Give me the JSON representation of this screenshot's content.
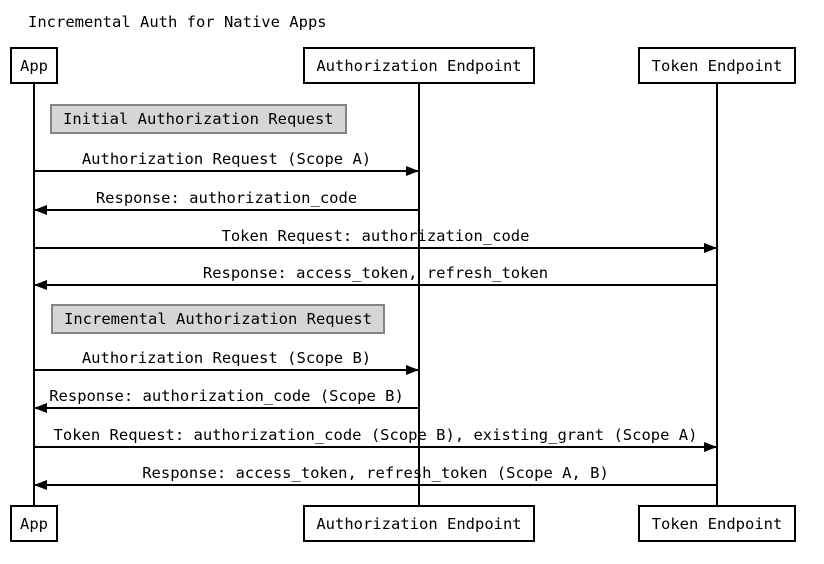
{
  "title": "Incremental Auth for Native Apps",
  "colors": {
    "line": "#000000",
    "note_fill": "#d6d6d6",
    "note_border": "#848484",
    "actor_fill": "#ffffff",
    "background": "#ffffff",
    "text": "#000000"
  },
  "actors": [
    {
      "id": "app",
      "label": "App"
    },
    {
      "id": "authorization-endpoint",
      "label": "Authorization Endpoint"
    },
    {
      "id": "token-endpoint",
      "label": "Token Endpoint"
    }
  ],
  "notes": [
    {
      "label": "Initial Authorization Request"
    },
    {
      "label": "Incremental Authorization Request"
    }
  ],
  "messages": [
    {
      "label": "Authorization Request (Scope A)",
      "from": "App",
      "to": "Authorization Endpoint",
      "direction": "right"
    },
    {
      "label": "Response: authorization_code",
      "from": "Authorization Endpoint",
      "to": "App",
      "direction": "left"
    },
    {
      "label": "Token Request: authorization_code",
      "from": "App",
      "to": "Token Endpoint",
      "direction": "right"
    },
    {
      "label": "Response: access_token, refresh_token",
      "from": "Token Endpoint",
      "to": "App",
      "direction": "left"
    },
    {
      "label": "Authorization Request (Scope B)",
      "from": "App",
      "to": "Authorization Endpoint",
      "direction": "right"
    },
    {
      "label": "Response: authorization_code (Scope B)",
      "from": "Authorization Endpoint",
      "to": "App",
      "direction": "left"
    },
    {
      "label": "Token Request: authorization_code (Scope B), existing_grant (Scope A)",
      "from": "App",
      "to": "Token Endpoint",
      "direction": "right"
    },
    {
      "label": "Response: access_token, refresh_token (Scope A, B)",
      "from": "Token Endpoint",
      "to": "App",
      "direction": "left"
    }
  ]
}
